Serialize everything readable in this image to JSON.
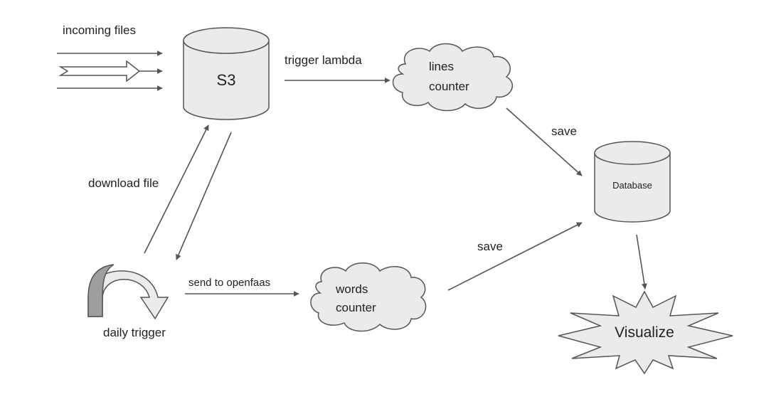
{
  "nodes": {
    "s3": {
      "label": "S3"
    },
    "lines_counter": {
      "line1": "lines",
      "line2": "counter"
    },
    "database": {
      "label": "Database"
    },
    "words_counter": {
      "line1": "words",
      "line2": "counter"
    },
    "visualize": {
      "label": "Visualize"
    },
    "daily_trigger": {
      "label": "daily trigger"
    }
  },
  "edges": {
    "incoming_files": "incoming files",
    "trigger_lambda": "trigger lambda",
    "save_top": "save",
    "download_file": "download file",
    "save_bottom": "save",
    "send_to_openfaas": "send to openfaas"
  },
  "colors": {
    "shape_fill": "#ebebeb",
    "stroke": "#555555",
    "trigger_shade": "#9e9e9e"
  }
}
